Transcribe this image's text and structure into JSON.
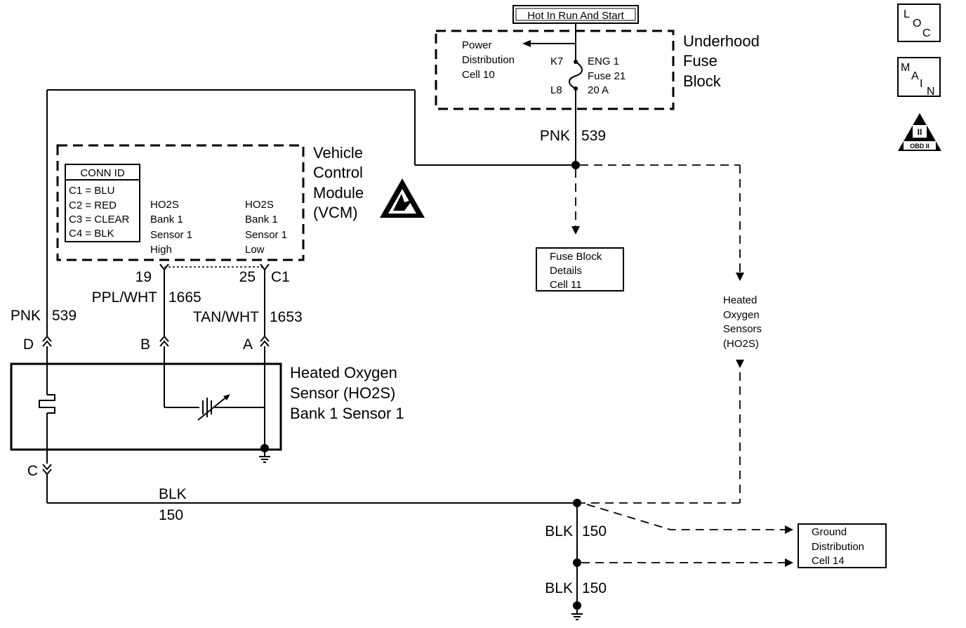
{
  "power_source": "Hot In Run And Start",
  "fuse_block": {
    "title": [
      "Underhood",
      "Fuse",
      "Block"
    ],
    "power_dist": [
      "Power",
      "Distribution",
      "Cell 10"
    ],
    "pin_top": "K7",
    "pin_bottom": "L8",
    "fuse": [
      "ENG 1",
      "Fuse 21",
      "20 A"
    ]
  },
  "wire_pnk_top": {
    "color": "PNK",
    "circuit": "539"
  },
  "fuse_details": [
    "Fuse Block",
    "Details",
    "Cell 11"
  ],
  "vcm": {
    "title": [
      "Vehicle",
      "Control",
      "Module",
      "(VCM)"
    ],
    "conn_id_title": "CONN ID",
    "conn_ids": [
      "C1 = BLU",
      "C2 = RED",
      "C3 = CLEAR",
      "C4 = BLK"
    ],
    "high_label": [
      "HO2S",
      "Bank 1",
      "Sensor 1",
      "High"
    ],
    "low_label": [
      "HO2S",
      "Bank 1",
      "Sensor 1",
      "Low"
    ],
    "pin_high": "19",
    "pin_low": "25",
    "connector": "C1"
  },
  "wires": {
    "ppl_wht": {
      "color": "PPL/WHT",
      "circuit": "1665"
    },
    "tan_wht": {
      "color": "TAN/WHT",
      "circuit": "1653"
    },
    "pnk_left": {
      "color": "PNK",
      "circuit": "539"
    },
    "blk_main": {
      "color": "BLK",
      "circuit": "150"
    },
    "blk_1": {
      "color": "BLK",
      "circuit": "150"
    },
    "blk_2": {
      "color": "BLK",
      "circuit": "150"
    }
  },
  "sensor_pins": {
    "d": "D",
    "b": "B",
    "a": "A",
    "c": "C"
  },
  "sensor": [
    "Heated Oxygen",
    "Sensor (HO2S)",
    "Bank 1 Sensor 1"
  ],
  "ho2s_ref": [
    "Heated",
    "Oxygen",
    "Sensors",
    "(HO2S)"
  ],
  "ground_dist": [
    "Ground",
    "Distribution",
    "Cell 14"
  ],
  "badges": {
    "loc": [
      "L",
      "O",
      "C"
    ],
    "main": [
      "M",
      "A",
      "I",
      "N"
    ],
    "obd": [
      "II",
      "OBD II"
    ]
  }
}
